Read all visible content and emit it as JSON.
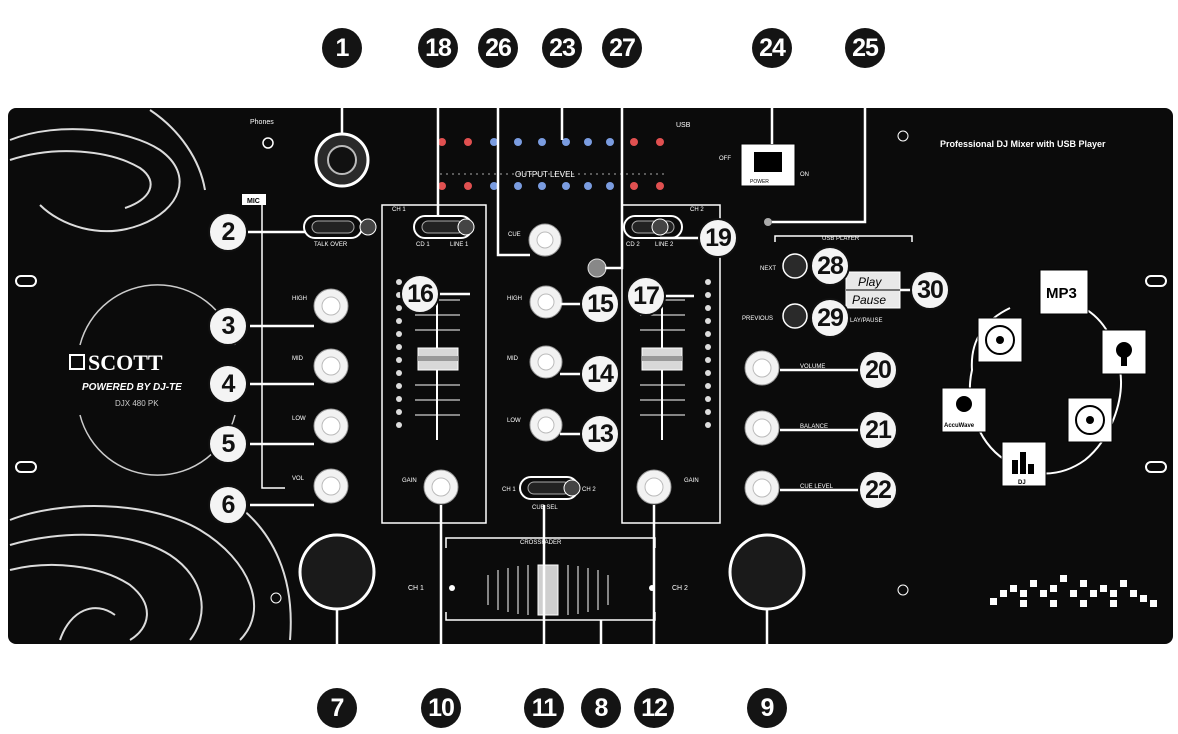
{
  "panel": {
    "header": "Professional DJ Mixer with USB Player",
    "brand": "SCOTT",
    "powered": "POWERED BY DJ-TE",
    "model": "DJX 480 PK",
    "phones": "Phones",
    "mic": "MIC",
    "output_level": "OUTPUT LEVEL",
    "usb": "USB",
    "off": "OFF",
    "on": "ON",
    "power": "POWER",
    "usb_player": "USB PLAYER",
    "next": "NEXT",
    "previous": "PREVIOUS",
    "play": "Play",
    "pause": "Pause",
    "play_pause": "PLAY/PAUSE",
    "ch1": "CH 1",
    "ch2": "CH 2",
    "crossfader": "CROSSFADER",
    "cue": "CUE",
    "cue_sel": "CUE SEL",
    "talkover": "TALK OVER",
    "high": "HIGH",
    "mid": "MID",
    "low": "LOW",
    "vol": "VOL",
    "gain": "GAIN",
    "volume": "VOLUME",
    "balance": "BALANCE",
    "cue_level": "CUE LEVEL",
    "cd1": "CD 1",
    "line1": "LINE 1",
    "cd2": "CD 2",
    "line2": "LINE 2",
    "mp3": "MP3",
    "accuwave": "AccuWave",
    "dj": "DJ"
  },
  "callouts": [
    {
      "label": "1",
      "style": "dark"
    },
    {
      "label": "18",
      "style": "dark"
    },
    {
      "label": "26",
      "style": "dark"
    },
    {
      "label": "23",
      "style": "dark"
    },
    {
      "label": "27",
      "style": "dark"
    },
    {
      "label": "24",
      "style": "dark"
    },
    {
      "label": "25",
      "style": "dark"
    },
    {
      "label": "2",
      "style": "light"
    },
    {
      "label": "3",
      "style": "light"
    },
    {
      "label": "4",
      "style": "light"
    },
    {
      "label": "5",
      "style": "light"
    },
    {
      "label": "6",
      "style": "light"
    },
    {
      "label": "16",
      "style": "light"
    },
    {
      "label": "17",
      "style": "light"
    },
    {
      "label": "15",
      "style": "light"
    },
    {
      "label": "14",
      "style": "light"
    },
    {
      "label": "13",
      "style": "light"
    },
    {
      "label": "19",
      "style": "light"
    },
    {
      "label": "28",
      "style": "light"
    },
    {
      "label": "29",
      "style": "light"
    },
    {
      "label": "30",
      "style": "light"
    },
    {
      "label": "20",
      "style": "light"
    },
    {
      "label": "21",
      "style": "light"
    },
    {
      "label": "22",
      "style": "light"
    },
    {
      "label": "7",
      "style": "dark"
    },
    {
      "label": "10",
      "style": "dark"
    },
    {
      "label": "11",
      "style": "dark"
    },
    {
      "label": "8",
      "style": "dark"
    },
    {
      "label": "12",
      "style": "dark"
    },
    {
      "label": "9",
      "style": "dark"
    }
  ]
}
